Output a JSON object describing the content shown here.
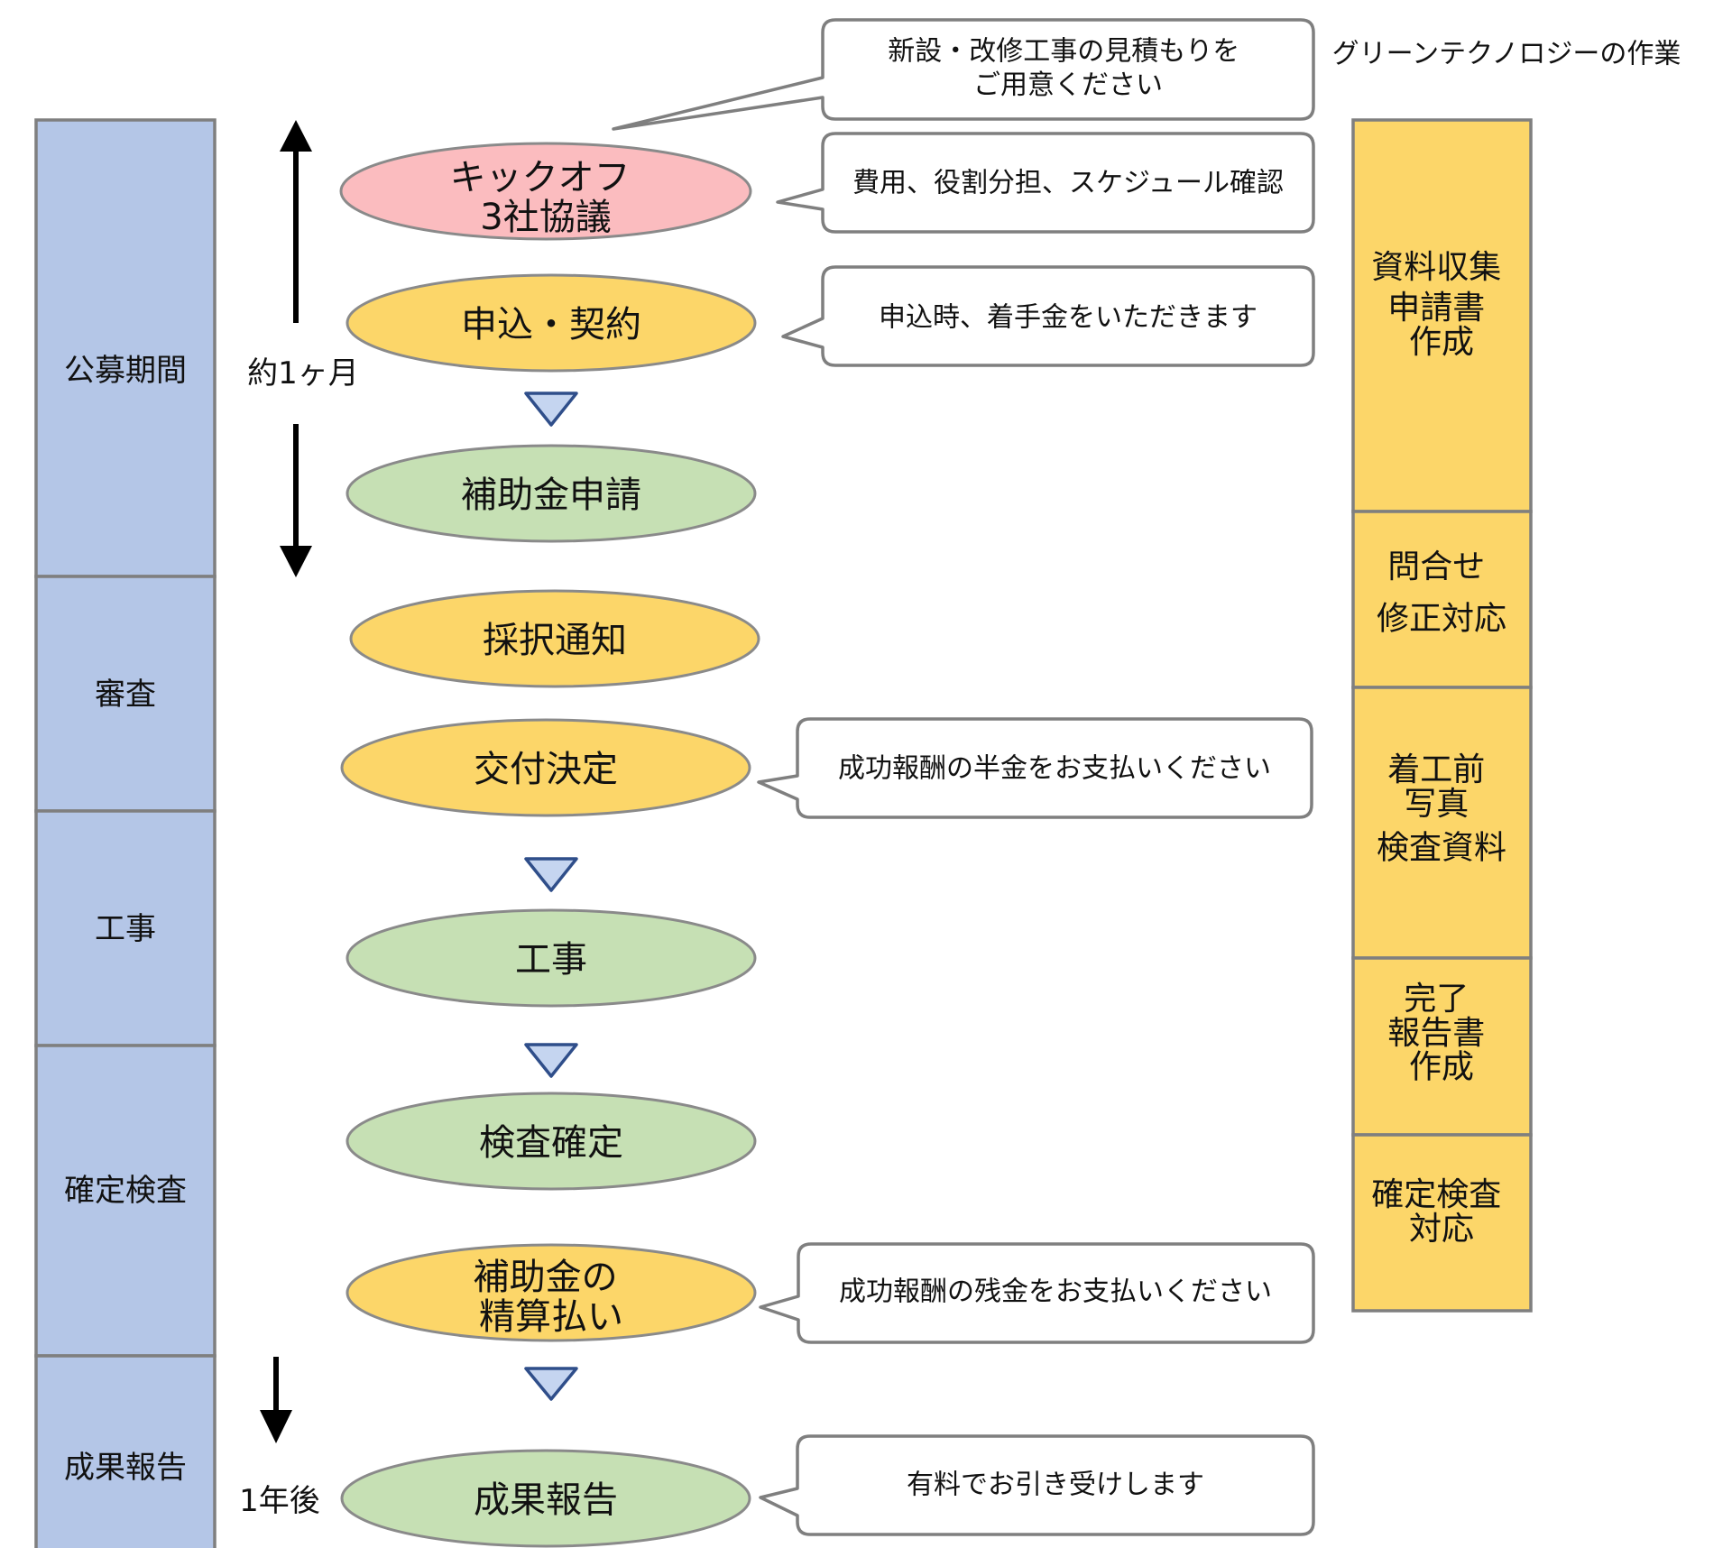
{
  "header": {
    "work_title": "グリーンテクノロジーの作業"
  },
  "phases": [
    "公募期間",
    "審査",
    "工事",
    "確定検査",
    "成果報告"
  ],
  "durations": {
    "first": "約1ヶ月",
    "last": "1年後"
  },
  "steps": [
    {
      "lines": [
        "キックオフ",
        "3社協議"
      ],
      "color": "#fbbcbf"
    },
    {
      "lines": [
        "申込・契約"
      ],
      "color": "#fcd669"
    },
    {
      "lines": [
        "補助金申請"
      ],
      "color": "#c6e0b4"
    },
    {
      "lines": [
        "採択通知"
      ],
      "color": "#fcd669"
    },
    {
      "lines": [
        "交付決定"
      ],
      "color": "#fcd669"
    },
    {
      "lines": [
        "工事"
      ],
      "color": "#c6e0b4"
    },
    {
      "lines": [
        "検査確定"
      ],
      "color": "#c6e0b4"
    },
    {
      "lines": [
        "補助金の",
        "精算払い"
      ],
      "color": "#fcd669"
    },
    {
      "lines": [
        "成果報告"
      ],
      "color": "#c6e0b4"
    }
  ],
  "callouts": [
    {
      "lines": [
        "新設・改修工事の見積もりを",
        "ご用意ください"
      ]
    },
    {
      "lines": [
        "費用、役割分担、スケジュール確認"
      ]
    },
    {
      "lines": [
        "申込時、着手金をいただきます"
      ]
    },
    {
      "lines": [
        "成功報酬の半金をお支払いください"
      ]
    },
    {
      "lines": [
        "成功報酬の残金をお支払いください"
      ]
    },
    {
      "lines": [
        "有料でお引き受けします"
      ]
    }
  ],
  "work_blocks": [
    {
      "lines": [
        "資料収集",
        "申請書",
        "作成"
      ]
    },
    {
      "lines": [
        "問合せ",
        "修正対応"
      ]
    },
    {
      "lines": [
        "着工前",
        "写真",
        "検査資料"
      ]
    },
    {
      "lines": [
        "完了",
        "報告書",
        "作成"
      ]
    },
    {
      "lines": [
        "確定検査",
        "対応"
      ]
    }
  ],
  "colors": {
    "phase_fill": "#b4c6e7",
    "work_fill": "#fcd669",
    "pink": "#fbbcbf",
    "yellow": "#fcd669",
    "green": "#c6e0b4",
    "border": "#7f7f7f",
    "triangle_fill": "#c5d5f0",
    "triangle_stroke": "#2f4e8a"
  }
}
